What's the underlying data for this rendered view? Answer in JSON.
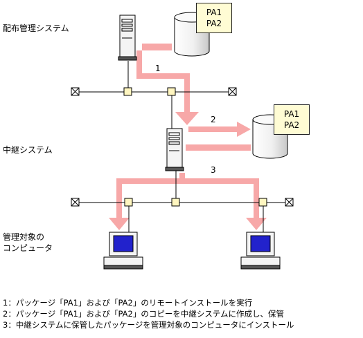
{
  "labels": {
    "distribution_system": "配布管理システム",
    "relay_system": "中継システム",
    "managed_computer_line1": "管理対象の",
    "managed_computer_line2": "コンピュータ"
  },
  "packages_top": [
    "PA1",
    "PA2"
  ],
  "packages_relay": [
    "PA1",
    "PA2"
  ],
  "steps": [
    "1",
    "2",
    "3"
  ],
  "notes": [
    "1：パッケージ「PA1」および「PA2」のリモートインストールを実行",
    "2：パッケージ「PA1」および「PA2」のコピーを中継システムに作成し、保管",
    "3：中継システムに保管したパッケージを管理対象のコンピュータにインストール"
  ],
  "colors": {
    "arrow": "#f7a8a8",
    "box_fill": "#fffcd4",
    "node_fill": "#fff6c0",
    "terminator_fill": "#ffffff",
    "screen": "#2222cc"
  }
}
